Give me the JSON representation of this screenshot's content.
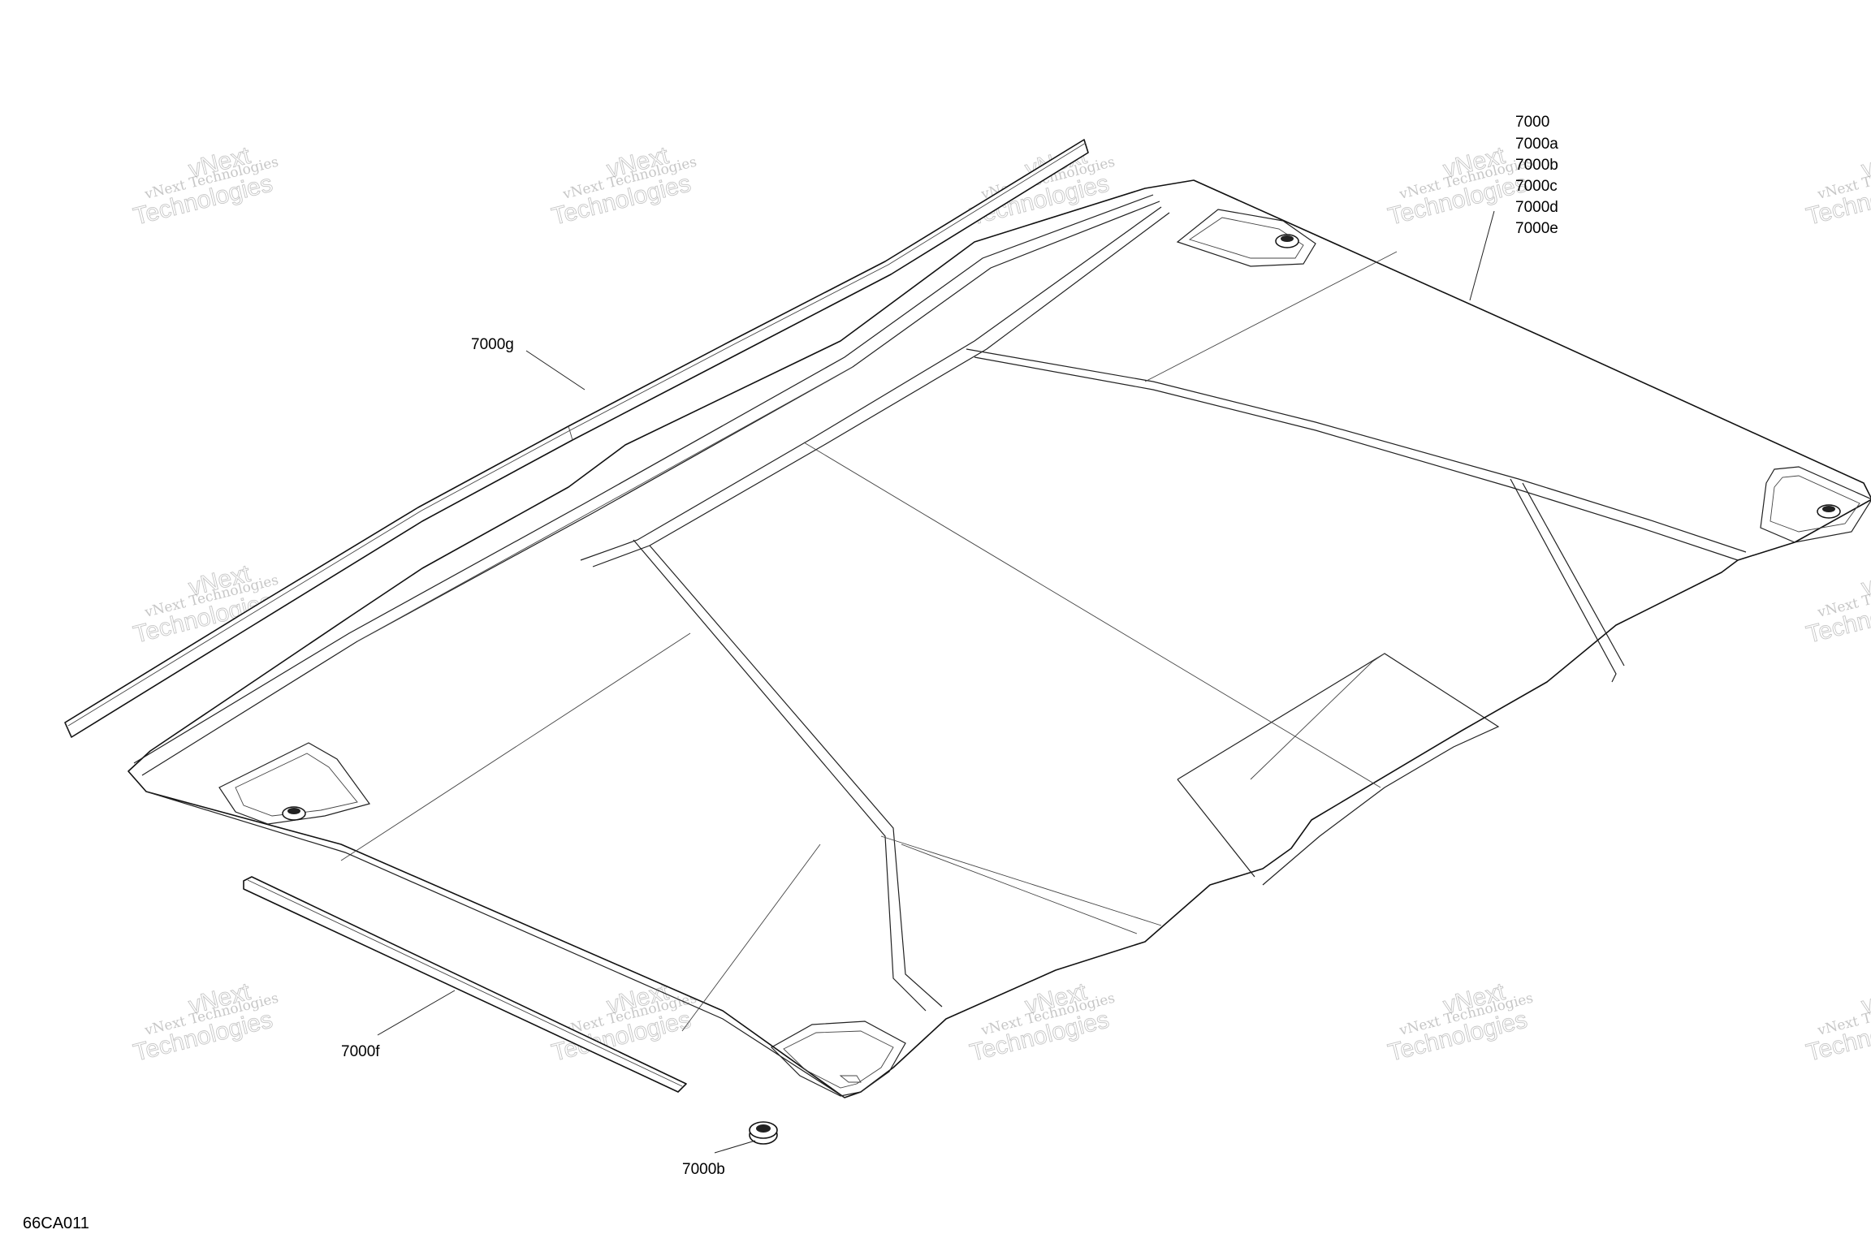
{
  "callouts": {
    "main_group": [
      "7000",
      "7000a",
      "7000b",
      "7000c",
      "7000d",
      "7000e"
    ],
    "strip_top": "7000g",
    "strip_bottom": "7000f",
    "grommet": "7000b"
  },
  "diagram_id": "66CA011",
  "watermark": {
    "line1": "vNext Technologies",
    "line2": "vNext",
    "line3": "Technologies"
  }
}
